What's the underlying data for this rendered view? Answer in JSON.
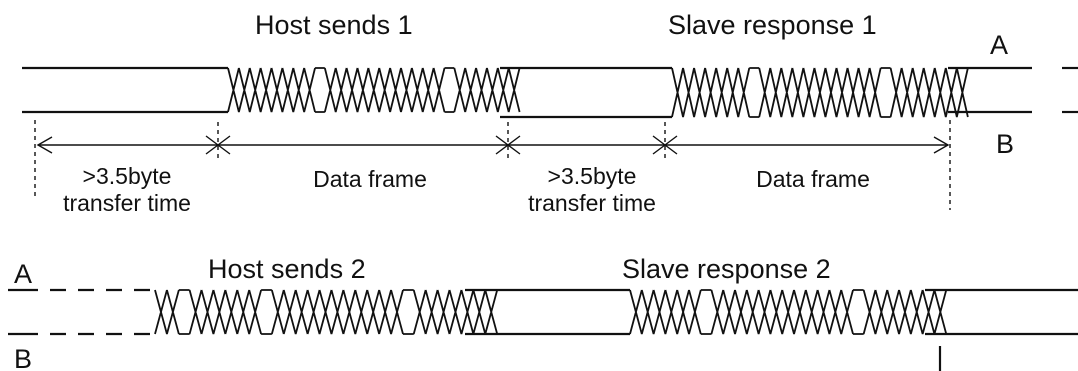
{
  "top": {
    "host_label": "Host sends 1",
    "slave_label": "Slave response 1",
    "line_a": "A",
    "line_b": "B",
    "gap1": [
      "&gt;3.5byte",
      "transfer time"
    ],
    "frame1": "Data frame",
    "gap2": [
      "&gt;3.5byte",
      "transfer time"
    ],
    "frame2": "Data frame"
  },
  "bottom": {
    "host_label": "Host sends 2",
    "slave_label": "Slave response 2",
    "line_a": "A",
    "line_b": "B"
  }
}
